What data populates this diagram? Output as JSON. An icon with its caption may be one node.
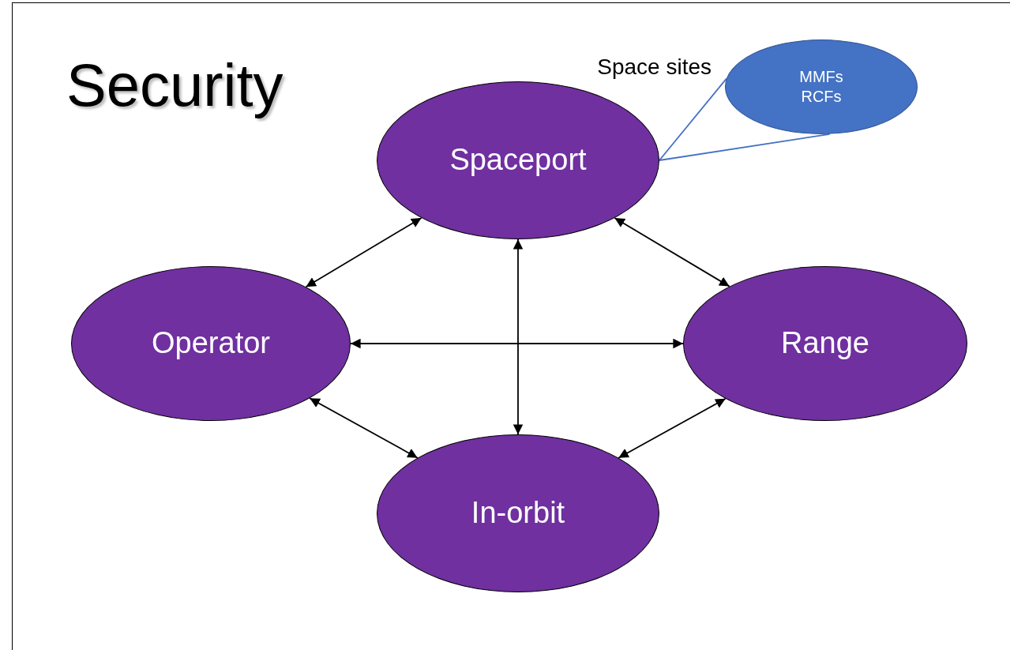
{
  "diagram": {
    "title": "Security",
    "nodes": [
      {
        "text": [
          "Space sites",
          "MMFs RCFs"
        ]
      },
      {
        "text": [
          "Spaceport"
        ]
      },
      {
        "text": [
          "Operator"
        ]
      },
      {
        "text": [
          "Range"
        ]
      },
      {
        "text": [
          "In-orbit"
        ]
      }
    ],
    "edges": [
      {
        "from": 0,
        "to": 1,
        "arrow": "none",
        "color": "#4472c4"
      },
      {
        "from": 1,
        "to": 2,
        "arrow": "both"
      },
      {
        "from": 1,
        "to": 3,
        "arrow": "both"
      },
      {
        "from": 2,
        "to": 3,
        "arrow": "both"
      },
      {
        "from": 1,
        "to": 4,
        "arrow": "both"
      },
      {
        "from": 2,
        "to": 4,
        "arrow": "both"
      },
      {
        "from": 3,
        "to": 4,
        "arrow": "both"
      }
    ]
  }
}
